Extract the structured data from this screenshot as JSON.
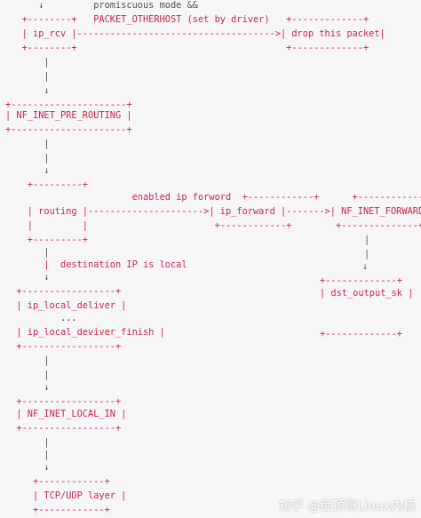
{
  "diagram": {
    "lines": [
      {
        "id": "l01",
        "text": "      ↓         promiscuous mode &&",
        "cls": "gray"
      },
      {
        "id": "l02",
        "text": "   +--------+   PACKET_OTHERHOST (set by driver)   +-------------+",
        "cls": "red"
      },
      {
        "id": "l03",
        "text": "   | ip_rcv |------------------------------------>| drop this packet|",
        "cls": "red"
      },
      {
        "id": "l04",
        "text": "   +--------+                                      +-------------+",
        "cls": "red"
      },
      {
        "id": "l05",
        "text": "       |",
        "cls": "gray"
      },
      {
        "id": "l06",
        "text": "       |",
        "cls": "gray"
      },
      {
        "id": "l07",
        "text": "       ↓",
        "cls": "gray"
      },
      {
        "id": "l08",
        "text": "+---------------------+",
        "cls": "red"
      },
      {
        "id": "l09",
        "text": "| NF_INET_PRE_ROUTING |",
        "cls": "red"
      },
      {
        "id": "l10",
        "text": "+---------------------+",
        "cls": "red"
      },
      {
        "id": "l11",
        "text": "       |",
        "cls": "gray"
      },
      {
        "id": "l12",
        "text": "       |",
        "cls": "gray"
      },
      {
        "id": "l13",
        "text": "       ↓",
        "cls": "gray"
      },
      {
        "id": "l14",
        "text": "                       enabled ip forword  +------------+      +--------------+",
        "cls": "red"
      },
      {
        "id": "l15",
        "text": "    | routing |--------------------->| ip_forward |------->| NF_INET_FORWARD |",
        "cls": "red"
      },
      {
        "id": "l16",
        "text": "    |         |                       +------------+        +--------------+",
        "cls": "red"
      },
      {
        "id": "l17",
        "text": "    +---------+",
        "cls": "red"
      },
      {
        "id": "l18",
        "text": "       |",
        "cls": "gray"
      },
      {
        "id": "l19",
        "text": "       |  destination IP is local",
        "cls": "red"
      },
      {
        "id": "l20",
        "text": "       ↓",
        "cls": "gray"
      },
      {
        "id": "l21",
        "text": "  +-----------------+",
        "cls": "red"
      },
      {
        "id": "l22",
        "text": "  | ip_local_deliver |",
        "cls": "red"
      },
      {
        "id": "l23",
        "text": "          ...",
        "cls": "dark"
      },
      {
        "id": "l24",
        "text": "  | ip_local_deviver_finish |",
        "cls": "red"
      },
      {
        "id": "l25",
        "text": "  +-----------------+",
        "cls": "red"
      },
      {
        "id": "l26",
        "text": "       |",
        "cls": "gray"
      },
      {
        "id": "l27",
        "text": "       |",
        "cls": "gray"
      },
      {
        "id": "l28",
        "text": "       ↓",
        "cls": "gray"
      },
      {
        "id": "l29",
        "text": "  +-----------------+",
        "cls": "red"
      },
      {
        "id": "l30",
        "text": "  | NF_INET_LOCAL_IN |",
        "cls": "red"
      },
      {
        "id": "l31",
        "text": "  +-----------------+",
        "cls": "red"
      },
      {
        "id": "l32",
        "text": "       |",
        "cls": "gray"
      },
      {
        "id": "l33",
        "text": "       |",
        "cls": "gray"
      },
      {
        "id": "l34",
        "text": "       ↓",
        "cls": "gray"
      },
      {
        "id": "l35",
        "text": "     +------------+",
        "cls": "red"
      },
      {
        "id": "l36",
        "text": "     | TCP/UDP layer |",
        "cls": "red"
      },
      {
        "id": "l37",
        "text": "     +------------+",
        "cls": "red"
      },
      {
        "id": "r01",
        "text": "|",
        "cls": "gray"
      },
      {
        "id": "r02",
        "text": "|",
        "cls": "gray"
      },
      {
        "id": "r03",
        "text": "↓",
        "cls": "gray"
      },
      {
        "id": "r04",
        "text": "+-------------+",
        "cls": "red"
      },
      {
        "id": "r05",
        "text": "| dst_output_sk |",
        "cls": "red"
      },
      {
        "id": "r06",
        "text": "+-------------+",
        "cls": "red"
      },
      {
        "id": "rt1",
        "text": "    +---------+",
        "cls": "red"
      }
    ]
  },
  "watermark": "知乎 @绝顶哥Linux内核"
}
